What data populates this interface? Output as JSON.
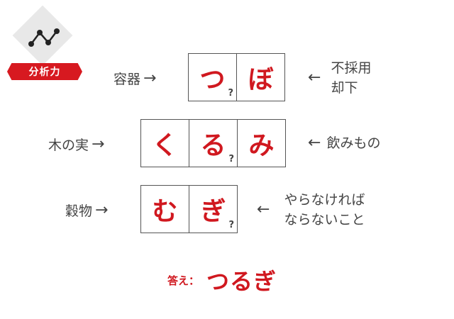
{
  "badge": {
    "label": "分析力",
    "icon": "line-chart-icon",
    "color": "#d71920"
  },
  "rows": [
    {
      "clue": "容器",
      "arrow_right": "→",
      "cells": [
        "つ",
        "ぼ"
      ],
      "question_after_cell": 0,
      "question_mark": "?",
      "arrow_left": "←",
      "hint_lines": [
        "不採用",
        "却下"
      ]
    },
    {
      "clue": "木の実",
      "arrow_right": "→",
      "cells": [
        "く",
        "る",
        "み"
      ],
      "question_after_cell": 1,
      "question_mark": "?",
      "arrow_left": "←",
      "hint_lines": [
        "飲みもの"
      ]
    },
    {
      "clue": "穀物",
      "arrow_right": "→",
      "cells": [
        "む",
        "ぎ"
      ],
      "question_after_cell": 1,
      "question_mark": "?",
      "arrow_left": "←",
      "hint_lines": [
        "やらなければ",
        "ならないこと"
      ]
    }
  ],
  "answer": {
    "label": "答え：",
    "value": "つるぎ"
  },
  "colors": {
    "accent": "#d0181f",
    "text": "#444444",
    "border": "#555555",
    "badge_bg": "#e8e8e8"
  }
}
